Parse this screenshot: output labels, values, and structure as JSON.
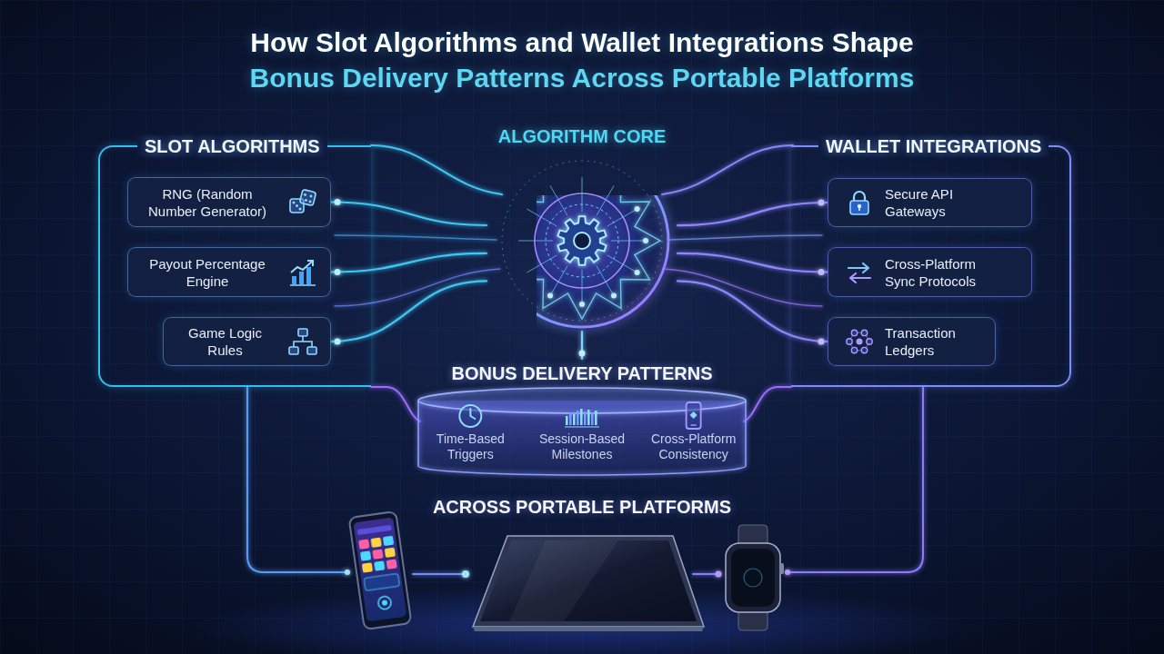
{
  "diagram": {
    "title": "How Slot Algorithms and Wallet Integrations Shape Bonus Delivery Patterns Across Portable Platforms",
    "nodes": [
      {
        "text": [
          "SLOT ALGORITHMS"
        ]
      },
      {
        "text": [
          "RNG (Random Number Generator)"
        ],
        "in": 0
      },
      {
        "text": [
          "Payout Percentage Engine"
        ],
        "in": 0
      },
      {
        "text": [
          "Game Logic Rules"
        ],
        "in": 0
      },
      {
        "text": [
          "ALGORITHM CORE"
        ]
      },
      {
        "text": [
          "WALLET INTEGRATIONS"
        ]
      },
      {
        "text": [
          "Secure API Gateways"
        ],
        "in": 5
      },
      {
        "text": [
          "Cross-Platform Sync Protocols"
        ],
        "in": 5
      },
      {
        "text": [
          "Transaction Ledgers"
        ],
        "in": 5
      },
      {
        "text": [
          "BONUS DELIVERY PATTERNS",
          "Time-Based Triggers",
          "Session-Based Milestones",
          "Cross-Platform Consistency"
        ]
      }
    ],
    "edges": [
      {
        "from": 1,
        "to": 4,
        "arrow": "none"
      },
      {
        "from": 2,
        "to": 4,
        "arrow": "none"
      },
      {
        "from": 3,
        "to": 4,
        "arrow": "none"
      },
      {
        "from": 6,
        "to": 4,
        "arrow": "none"
      },
      {
        "from": 7,
        "to": 4,
        "arrow": "none"
      },
      {
        "from": 8,
        "to": 4,
        "arrow": "none"
      },
      {
        "from": 4,
        "to": 9,
        "arrow": "none"
      }
    ],
    "labels": [
      "ACROSS PORTABLE PLATFORMS"
    ]
  }
}
